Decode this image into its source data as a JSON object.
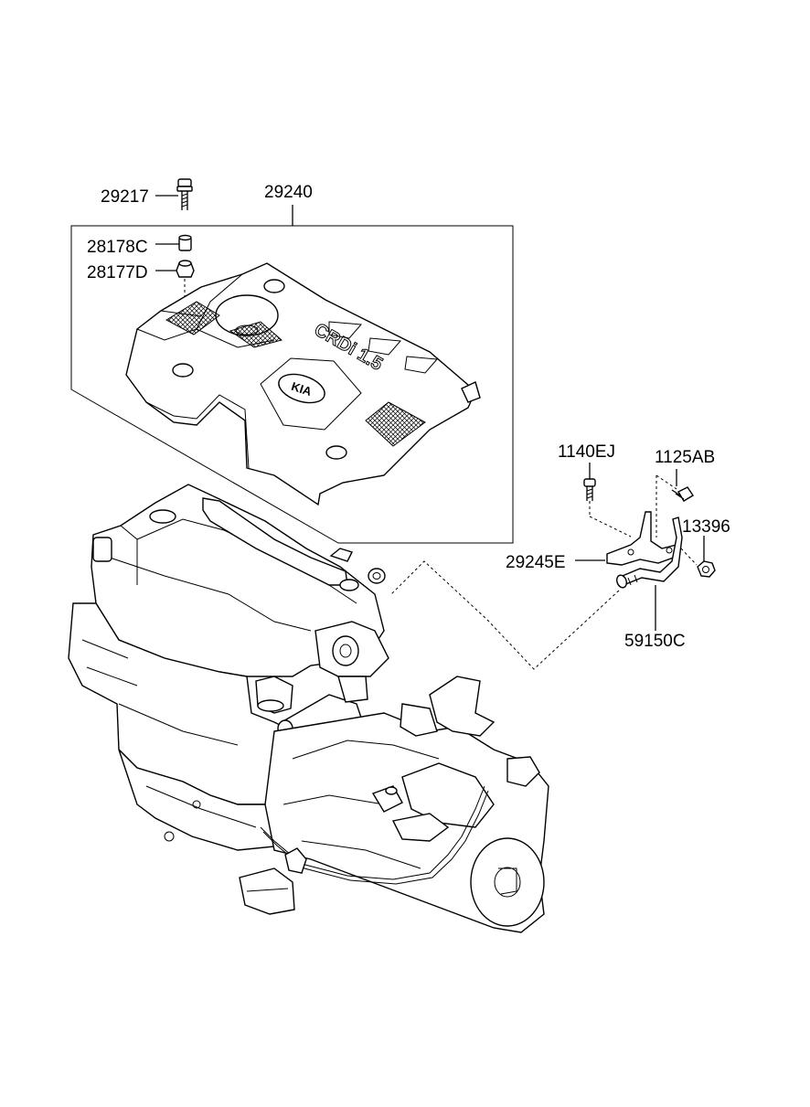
{
  "labels": {
    "p29217": "29217",
    "p29240": "29240",
    "p28178c": "28178C",
    "p28177d": "28177D",
    "p1140ej": "1140EJ",
    "p1125ab": "1125AB",
    "p13396": "13396",
    "p29245e": "29245E",
    "p59150c": "59150C"
  },
  "cover_text": {
    "engine_name": "CRDi 1.5",
    "brand_badge": "KIA"
  }
}
